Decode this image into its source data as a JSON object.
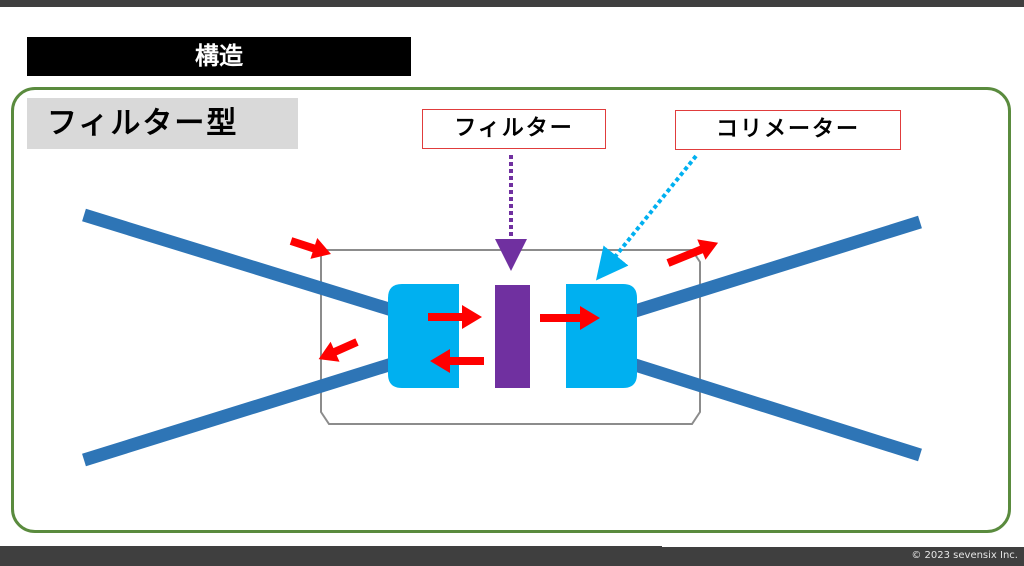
{
  "header": {
    "title": "構造"
  },
  "diagram": {
    "type_label": "フィルター型",
    "filter_label": "フィルター",
    "collimator_label": "コリメーター"
  },
  "footer": {
    "copyright": "© 2023 sevensix Inc."
  },
  "colors": {
    "fiber": "#2e75b6",
    "collimator": "#00b0f0",
    "filter": "#7030a0",
    "signal_arrow": "#ff0000",
    "filter_pointer": "#7030a0",
    "collimator_pointer": "#00b0f0",
    "frame": "#5a8b3e",
    "housing": "#8c8c8c"
  }
}
